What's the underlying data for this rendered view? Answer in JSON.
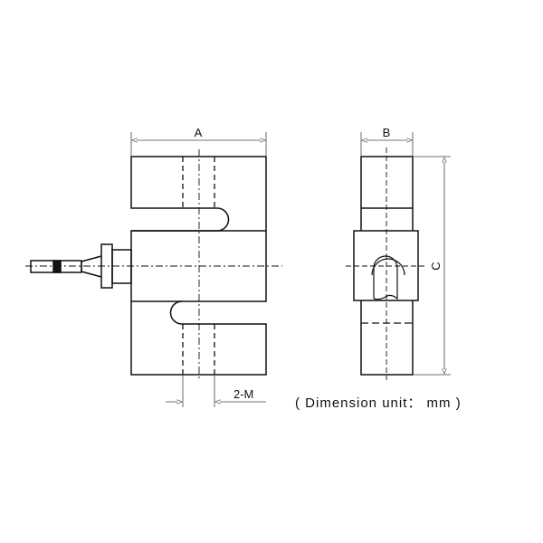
{
  "labels": {
    "dim_a": "A",
    "dim_b": "B",
    "dim_c": "C",
    "thread": "2-M",
    "unit_note": "( Dimension unit： mm )"
  },
  "colors": {
    "line": "#111111",
    "dim_line": "#444444"
  }
}
